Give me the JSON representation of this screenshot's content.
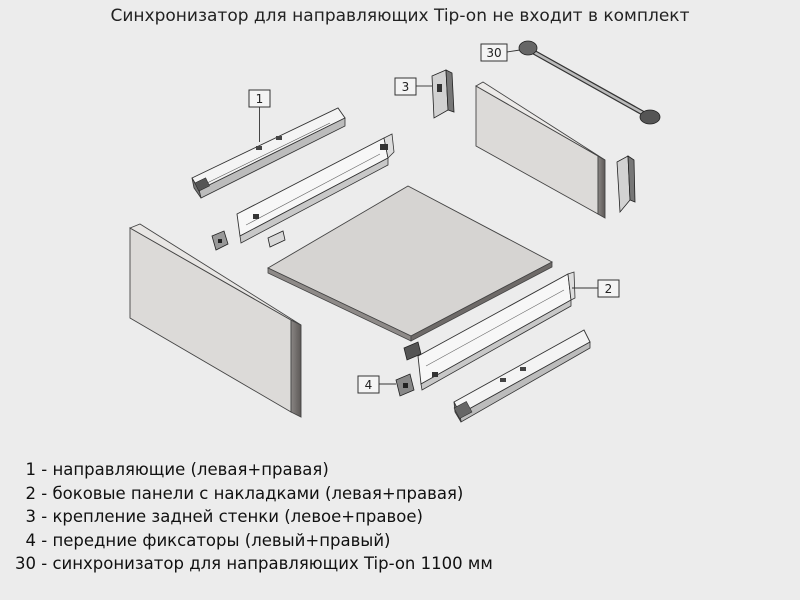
{
  "title": "Синхронизатор для направляющих Tip-on не входит в комплект",
  "callouts": [
    {
      "id": "1",
      "label": "1"
    },
    {
      "id": "2",
      "label": "2"
    },
    {
      "id": "3",
      "label": "3"
    },
    {
      "id": "4",
      "label": "4"
    },
    {
      "id": "30",
      "label": "30"
    }
  ],
  "legend": [
    {
      "num": "1",
      "text": "направляющие (левая+правая)"
    },
    {
      "num": "2",
      "text": "боковые панели с накладками (левая+правая)"
    },
    {
      "num": "3",
      "text": "крепление задней стенки (левое+правое)"
    },
    {
      "num": "4",
      "text": "передние фиксаторы (левый+правый)"
    },
    {
      "num": "30",
      "text": "синхронизатор для направляющих Tip-on 1100 мм"
    }
  ],
  "colors": {
    "background": "#ececec",
    "panel_face": "#d9d7d5",
    "panel_edge": "#6e6a68",
    "line": "#333333"
  }
}
